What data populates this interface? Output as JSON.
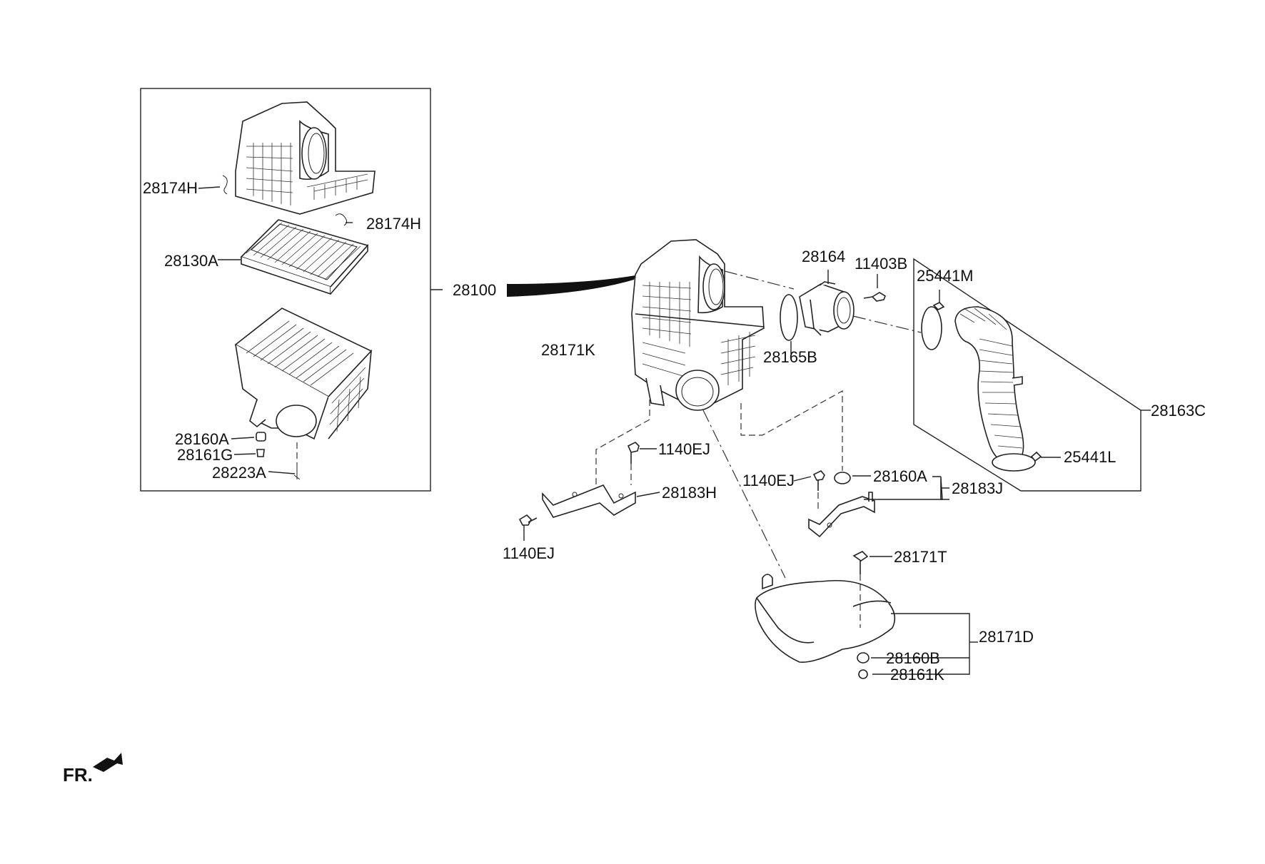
{
  "labels": {
    "p28174H_a": "28174H",
    "p28174H_b": "28174H",
    "p28130A": "28130A",
    "p28100": "28100",
    "p28160A_a": "28160A",
    "p28161G": "28161G",
    "p28223A": "28223A",
    "p28164": "28164",
    "p11403B": "11403B",
    "p25441M": "25441M",
    "p28171K": "28171K",
    "p28165B": "28165B",
    "p28163C": "28163C",
    "p1140EJ_a": "1140EJ",
    "p28183H": "28183H",
    "p1140EJ_b": "1140EJ",
    "p28160A_b": "28160A",
    "p28183J": "28183J",
    "p25441L": "25441L",
    "p1140EJ_c": "1140EJ",
    "p28171T": "28171T",
    "p28171D": "28171D",
    "p28160B": "28160B",
    "p28161K": "28161K"
  },
  "orientation": "FR.",
  "icons": [
    "front-direction-arrow-icon"
  ]
}
